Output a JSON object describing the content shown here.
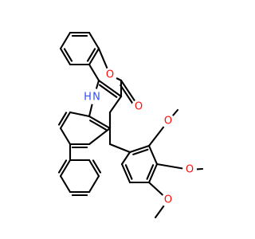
{
  "structure": {
    "atoms": [
      {
        "symbol": "O",
        "color": "#ff0d0d"
      },
      {
        "symbol": "O",
        "color": "#ff0d0d"
      },
      {
        "symbol": "N",
        "color": "#3050f8"
      },
      {
        "symbol": "H",
        "color": "#3050f8"
      },
      {
        "symbol": "O",
        "color": "#ff0d0d"
      },
      {
        "symbol": "O",
        "color": "#ff0d0d"
      },
      {
        "symbol": "O",
        "color": "#ff0d0d"
      }
    ],
    "bond_color": "#000000",
    "background": "#ffffff"
  }
}
